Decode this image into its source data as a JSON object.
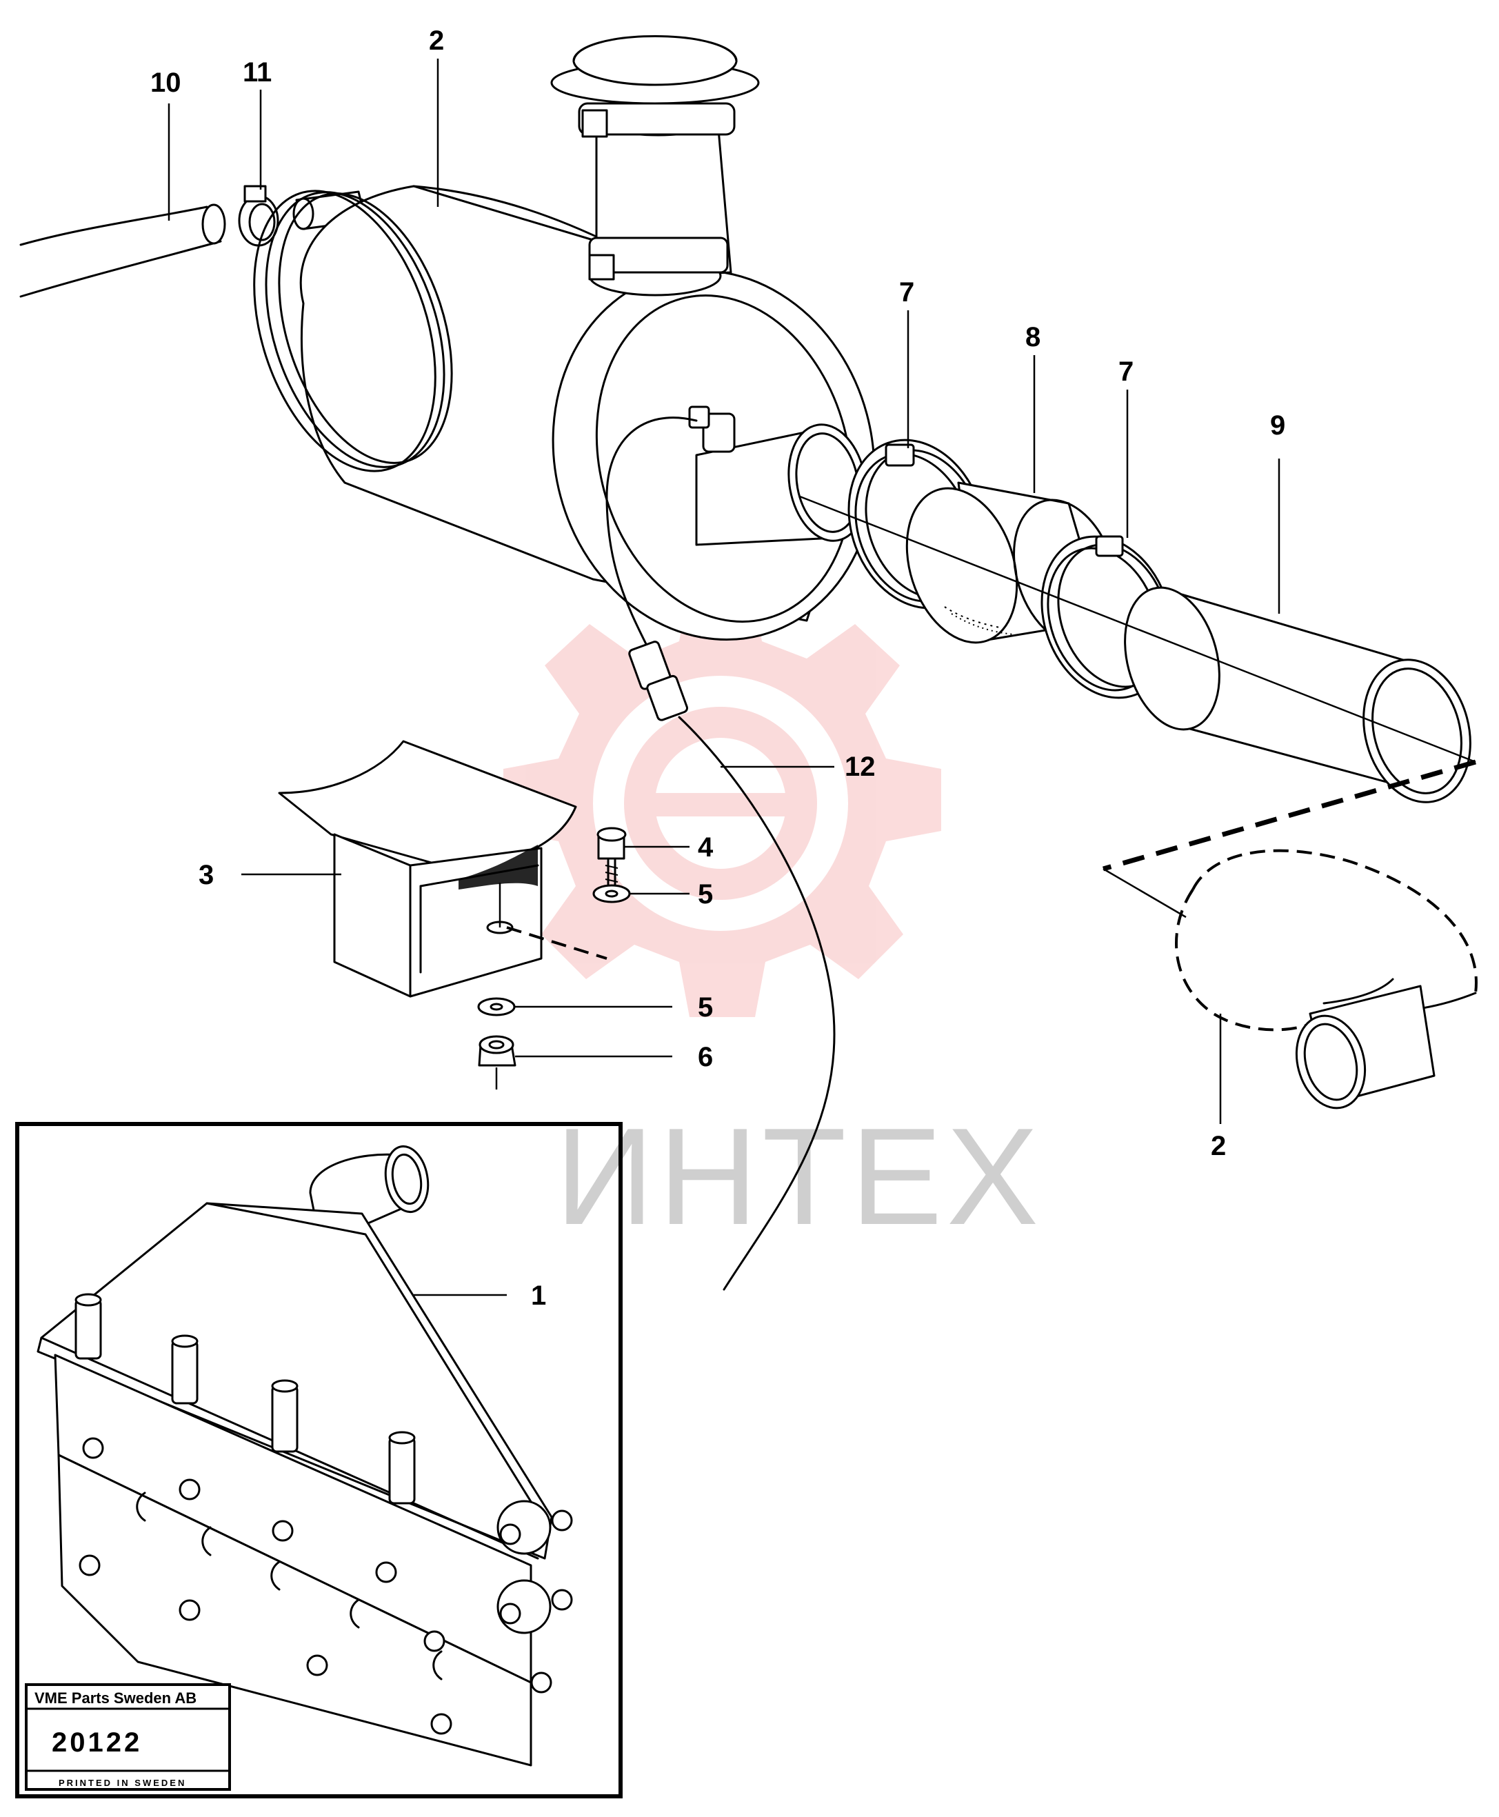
{
  "diagram": {
    "callouts": {
      "c1": "1",
      "c2_top": "2",
      "c2_bottom": "2",
      "c3": "3",
      "c4": "4",
      "c5_upper": "5",
      "c5_lower": "5",
      "c6": "6",
      "c7_left": "7",
      "c7_right": "7",
      "c8": "8",
      "c9": "9",
      "c10": "10",
      "c11": "11",
      "c12": "12"
    },
    "watermark": {
      "text": "ИНТЕХ",
      "color": "#f08080"
    },
    "title_block": {
      "company": "VME Parts Sweden AB",
      "number": "20122",
      "printed": "PRINTED IN SWEDEN"
    }
  }
}
